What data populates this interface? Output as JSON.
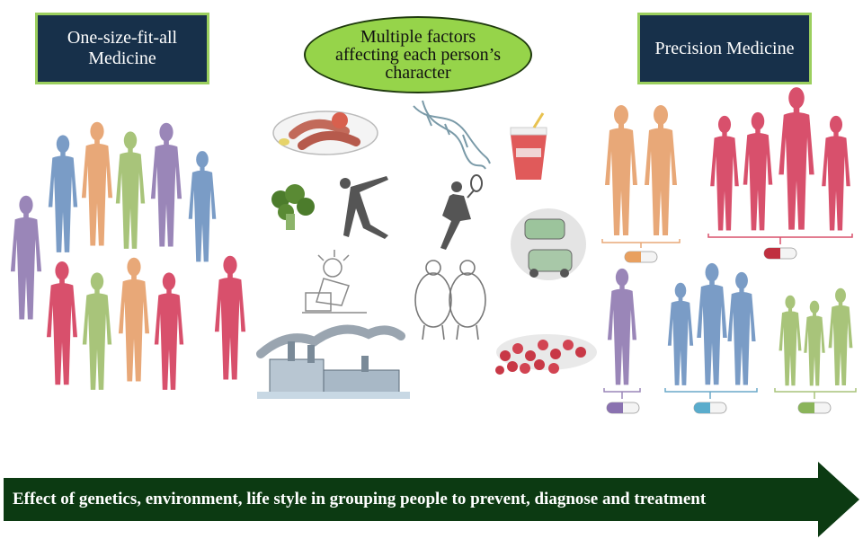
{
  "left_box": {
    "line1": "One-size-fit-all",
    "line2": "Medicine"
  },
  "center_oval": {
    "line1": "Multiple factors",
    "line2": "affecting each person’s",
    "line3": "character"
  },
  "right_box": {
    "label": "Precision Medicine"
  },
  "banner": {
    "text": "Effect of genetics, environment, life style in grouping people to prevent, diagnose and treatment"
  },
  "colors": {
    "box_bg": "#17304a",
    "box_border": "#9bcf5e",
    "oval_fill": "#96d44a",
    "arrow_fill": "#0c3a12",
    "purple": "#9a86b8",
    "blue": "#7a9cc6",
    "orange": "#e8a878",
    "green": "#a8c47a",
    "pink": "#d8506c"
  },
  "icons": [
    "plate-of-sausages-icon",
    "dna-helix-icon",
    "soda-cup-icon",
    "broccoli-icon",
    "stretching-person-icon",
    "tennis-player-icon",
    "traffic-pollution-icon",
    "stressed-worker-icon",
    "obese-people-icon",
    "cranberries-icon",
    "factory-smoke-icon",
    "pill-capsule-icon"
  ]
}
